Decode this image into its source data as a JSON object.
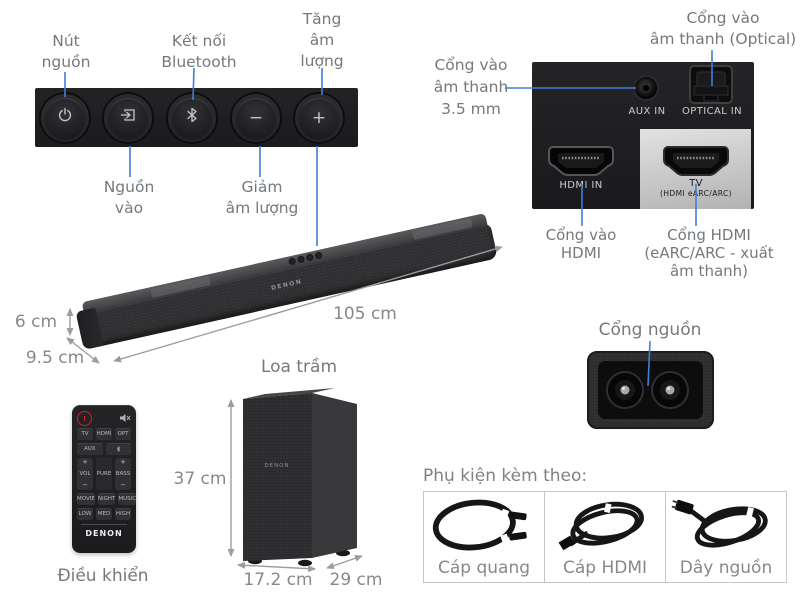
{
  "controls": {
    "labels": {
      "power": [
        "Nút",
        "nguồn"
      ],
      "bluetooth": [
        "Kết nối",
        "Bluetooth"
      ],
      "volume_up": [
        "Tăng",
        "âm",
        "lượng"
      ],
      "input": [
        "Nguồn",
        "vào"
      ],
      "volume_down": [
        "Giảm",
        "âm lượng"
      ]
    },
    "glyphs": {
      "minus": "−",
      "plus": "+"
    }
  },
  "ports": {
    "aux_label": [
      "Cổng vào",
      "âm thanh",
      "3.5 mm"
    ],
    "optical_label": [
      "Cổng vào",
      "âm thanh (Optical)"
    ],
    "aux_port": "AUX IN",
    "optical_port": "OPTICAL IN",
    "hdmi_in_port": "HDMI IN",
    "tv_port": "TV",
    "tv_port_sub": "(HDMI eARC/ARC)",
    "hdmi_in_label": [
      "Cổng vào",
      "HDMI"
    ],
    "hdmi_arc_label": [
      "Cổng HDMI",
      "(eARC/ARC - xuất",
      "âm thanh)"
    ]
  },
  "soundbar": {
    "brand": "DENON",
    "height": "6 cm",
    "depth": "9.5 cm",
    "length": "105 cm"
  },
  "subwoofer": {
    "title": "Loa trầm",
    "brand": "DENON",
    "height": "37 cm",
    "width": "17.2 cm",
    "depth": "29 cm"
  },
  "power_inlet": {
    "label": "Cổng nguồn"
  },
  "remote": {
    "label": "Điều khiển",
    "brand": "DENON",
    "keys": {
      "source_row": [
        "TV",
        "HDMI",
        "OPT"
      ],
      "aux": "AUX",
      "vol": "VOL",
      "pure": "PURE",
      "bass": "BASS",
      "plus": "+",
      "minus": "−",
      "modes": [
        "MOVIE",
        "NIGHT",
        "MUSIC"
      ],
      "levels": [
        "LOW",
        "MED",
        "HIGH"
      ]
    }
  },
  "accessories": {
    "title": "Phụ kiện kèm theo:",
    "items": [
      "Cáp quang",
      "Cáp HDMI",
      "Dây nguồn"
    ]
  },
  "colors": {
    "annotation_blue": "#3f7fd6",
    "arrow_gray": "#9a9da0",
    "label_gray": "#75797d",
    "dimension_gray": "#85898d",
    "panel_black": "#1d1d1f",
    "silver_plate": "#c8c8c8",
    "remote_power_red": "#d1202a"
  }
}
